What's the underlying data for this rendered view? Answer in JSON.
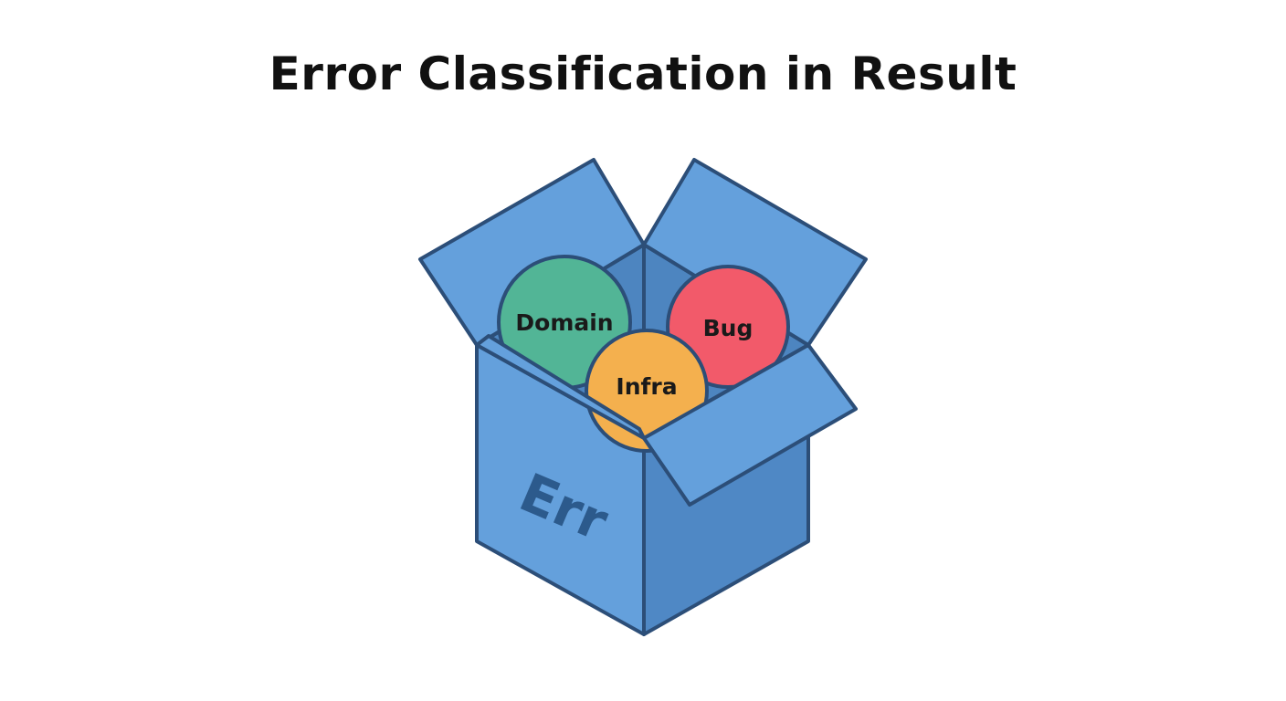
{
  "title": "Error Classification in Result",
  "box": {
    "label": "Err",
    "outline_color": "#2c4e78",
    "front_color": "#64a0dc",
    "side_color": "#4f88c5",
    "flap_color": "#64a0dc",
    "interior_color": "#4d85c0"
  },
  "categories": [
    {
      "name": "Domain",
      "color": "#52b596"
    },
    {
      "name": "Bug",
      "color": "#f25a6a"
    },
    {
      "name": "Infra",
      "color": "#f4b04e"
    }
  ]
}
